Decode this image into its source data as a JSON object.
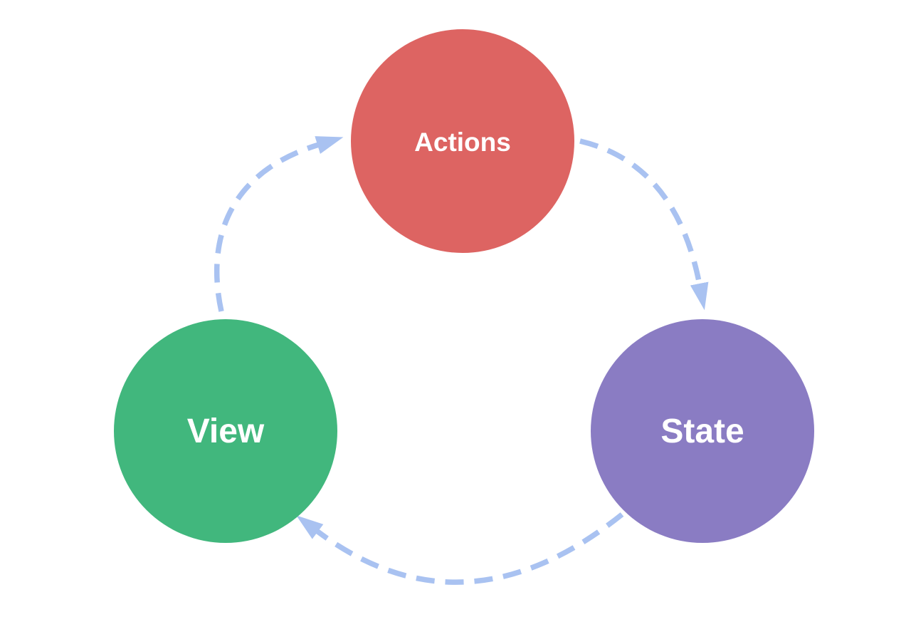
{
  "diagram": {
    "background_color": "#ffffff",
    "nodes": {
      "actions": {
        "label": "Actions",
        "color": "#dd6462",
        "label_color": "#ffffff"
      },
      "state": {
        "label": "State",
        "color": "#8a7cc3",
        "label_color": "#ffffff"
      },
      "view": {
        "label": "View",
        "color": "#41b77d",
        "label_color": "#ffffff"
      }
    },
    "arrows": {
      "color": "#a9c2f1",
      "style": "dashed",
      "edges": [
        {
          "from": "Actions",
          "to": "State"
        },
        {
          "from": "State",
          "to": "View"
        },
        {
          "from": "View",
          "to": "Actions"
        }
      ]
    }
  }
}
